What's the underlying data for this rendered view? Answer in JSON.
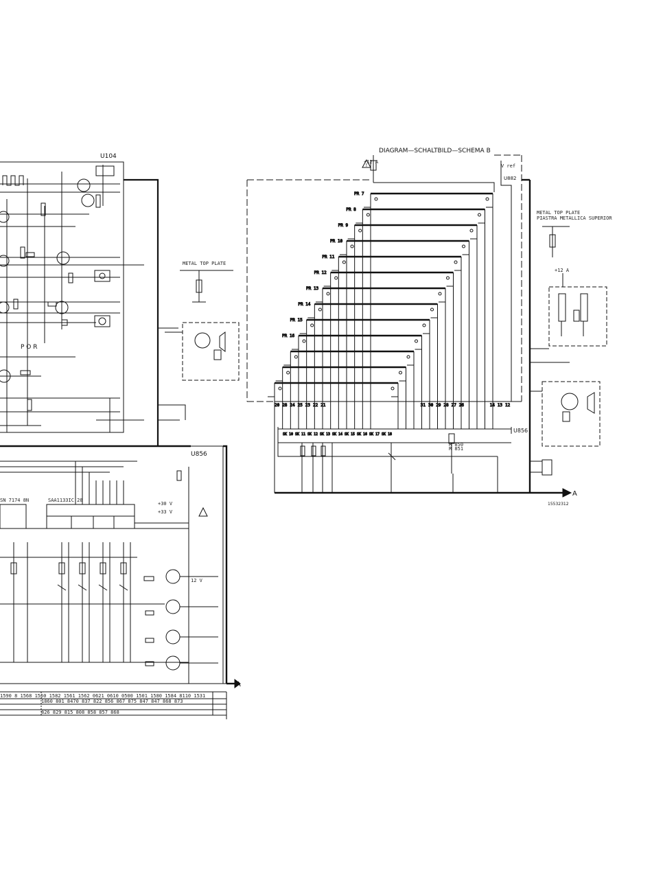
{
  "titles": {
    "diagram_b": "DIAGRAM—SCHALTBILD—SCHEMA B",
    "u104": "U104",
    "u856_left": "U856",
    "u856_right": "U856",
    "u882": "U882",
    "por": "P O R",
    "metal_top_plate": "METAL TOP PLATE",
    "piastra": "PIASTRA METALLICA SUPERIOR",
    "part_code": "15532312"
  },
  "connector_labels": {
    "a_left": "A",
    "a_right": "A"
  },
  "keypad": {
    "row_labels": [
      "PR 7",
      "PR 8",
      "PR 9",
      "PR 10",
      "PR 11",
      "PR 12",
      "PR 13",
      "PR 14",
      "PR 15",
      "PR 16"
    ],
    "bottom_pins": [
      "20",
      "28",
      "24",
      "25",
      "23",
      "22",
      "21",
      "",
      "",
      "",
      "",
      "",
      "",
      "",
      "",
      "",
      "",
      "",
      "",
      "31",
      "30",
      "29",
      "28",
      "27",
      "26",
      "",
      "",
      "",
      "14",
      "13",
      "12"
    ],
    "lower_row": [
      "SK 10",
      "SK 11",
      "SK 12",
      "SK 13",
      "SK 14",
      "SK 15",
      "SK 16",
      "SK 17",
      "SK 18"
    ]
  },
  "ic_labels": {
    "left_ic_1": "SAA1133IC 28",
    "left_ic_2": "SN 7174 8N",
    "right_ic_1": "R 850",
    "right_ic_2": "R 851"
  },
  "supply_labels": {
    "v12a": "+12 A",
    "v30": "+30 V",
    "vrefs": "V ref",
    "v12": "12 V",
    "v33": "+33 V"
  },
  "bottom_table": {
    "row1": "1590 8  1568  1560  1582  1561  1562  0621  0610  0500  1501   1580  1584  8110  1531",
    "row2": "1860 801  8470 837  822 856  867 875  847 847  868 873",
    "row3": "826 829 815   808   858 857 868"
  }
}
